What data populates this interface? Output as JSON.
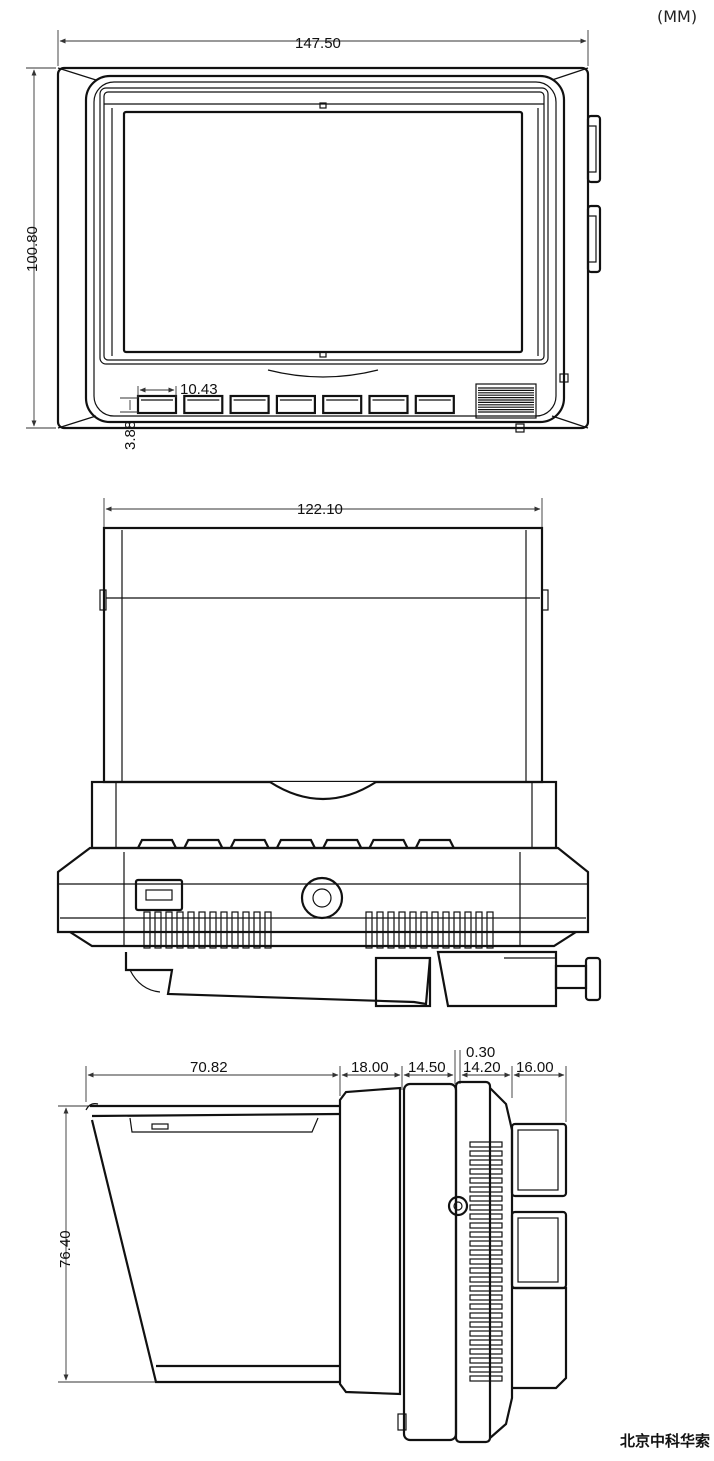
{
  "unit": "(MM)",
  "watermark": "北京中科华索",
  "front_view": {
    "width": "147.50",
    "height": "100.80",
    "button_width": "10.43",
    "button_height": "3.88",
    "button_count": 7
  },
  "top_view": {
    "hood_width": "122.10",
    "vent_slot_count": 12
  },
  "side_view": {
    "hood_depth": "70.82",
    "d1": "18.00",
    "d2": "14.50",
    "d3": "0.30",
    "d4": "14.20",
    "d5": "16.00",
    "hood_height": "76.40"
  }
}
